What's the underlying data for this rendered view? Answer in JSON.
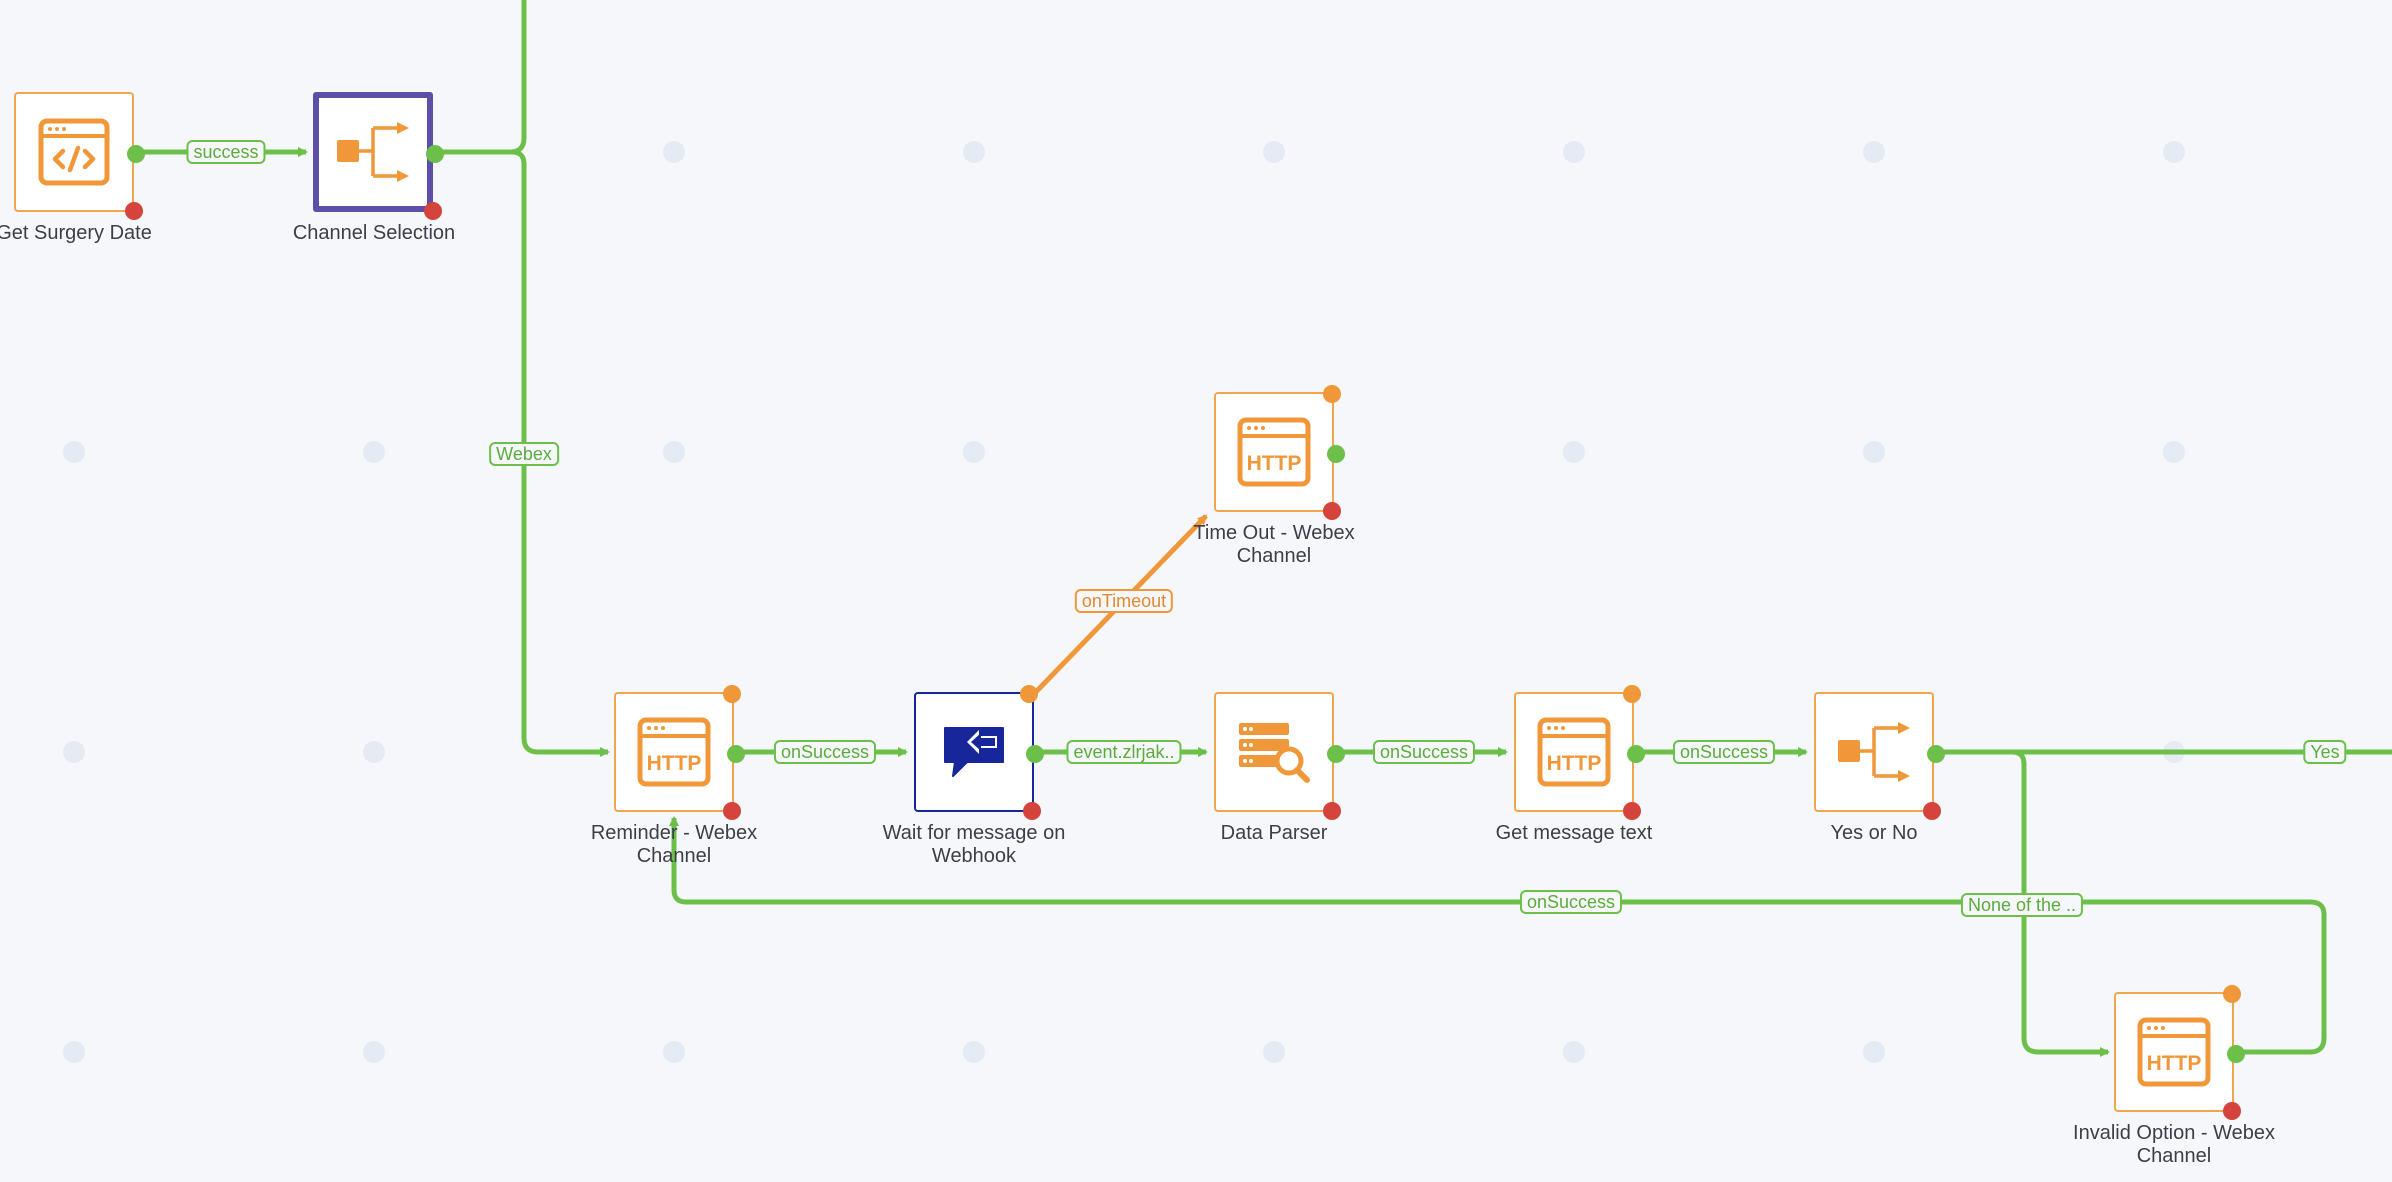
{
  "colors": {
    "canvas": "#f6f7fa",
    "edge_green": "#6cc04a",
    "edge_orange": "#f0973a",
    "node_border": "#f0a54f",
    "selected_border": "#5b4fa8",
    "port_error": "#d5433d"
  },
  "nodes": {
    "get_surgery_date": {
      "label": "Get Surgery Date",
      "icon": "code-window-icon"
    },
    "channel_selection": {
      "label": "Channel Selection",
      "icon": "branch-icon"
    },
    "reminder_webex": {
      "label": "Reminder - Webex Channel",
      "icon": "http-request-icon"
    },
    "wait_for_message": {
      "label": "Wait for message on Webhook",
      "icon": "chat-reply-icon"
    },
    "time_out_webex": {
      "label": "Time Out - Webex Channel",
      "icon": "http-request-icon"
    },
    "data_parser": {
      "label": "Data Parser",
      "icon": "data-search-icon"
    },
    "get_message_text": {
      "label": "Get message text",
      "icon": "http-request-icon"
    },
    "yes_or_no": {
      "label": "Yes or No",
      "icon": "branch-icon"
    },
    "invalid_option": {
      "label": "Invalid Option - Webex Channel",
      "icon": "http-request-icon"
    }
  },
  "edges": {
    "success": "success",
    "webex": "Webex",
    "on_success_1": "onSuccess",
    "event": "event.zlrjak..",
    "on_timeout": "onTimeout",
    "on_success_2": "onSuccess",
    "on_success_3": "onSuccess",
    "yes": "Yes",
    "none_of_the": "None of the ..",
    "on_success_loop": "onSuccess"
  },
  "icon_text": {
    "http": "HTTP"
  }
}
